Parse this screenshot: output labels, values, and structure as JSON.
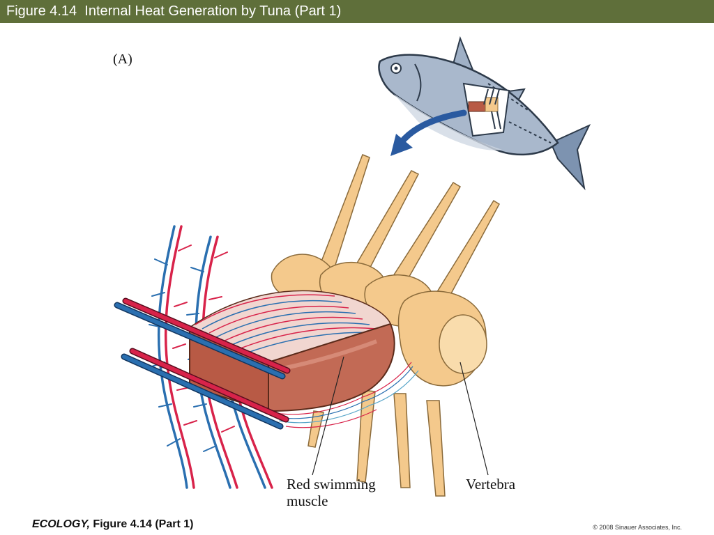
{
  "slide": {
    "title": "Figure 4.14  Internal Heat Generation by Tuna (Part 1)",
    "title_bar_color": "#5f6f3a"
  },
  "figure": {
    "panel_label": "(A)",
    "labels": {
      "red_swimming_muscle": "Red swimming\nmuscle",
      "vertebra": "Vertebra"
    },
    "colors": {
      "artery": "#d8234a",
      "vein": "#2a6fb0",
      "muscle": "#b85a45",
      "bone": "#f4c98c",
      "fish_body": "#8fa3bd",
      "arrow": "#2a5aa0"
    }
  },
  "footer": {
    "book": "ECOLOGY,",
    "caption": " Figure 4.14 (Part 1)",
    "copyright": "© 2008 Sinauer Associates, Inc."
  }
}
